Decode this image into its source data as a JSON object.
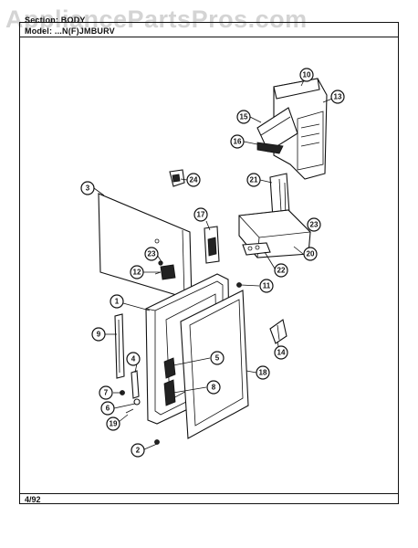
{
  "header": {
    "section_line": "Section: BODY",
    "model_line": "Model: ...N(F)JMBURV"
  },
  "watermark": "AppliancePartsPros.com",
  "footer": {
    "date": "4/92"
  },
  "callouts": [
    "1",
    "2",
    "3",
    "4",
    "5",
    "6",
    "7",
    "8",
    "9",
    "10",
    "11",
    "12",
    "13",
    "14",
    "15",
    "16",
    "17",
    "18",
    "19",
    "20",
    "21",
    "22",
    "23",
    "23",
    "24"
  ]
}
